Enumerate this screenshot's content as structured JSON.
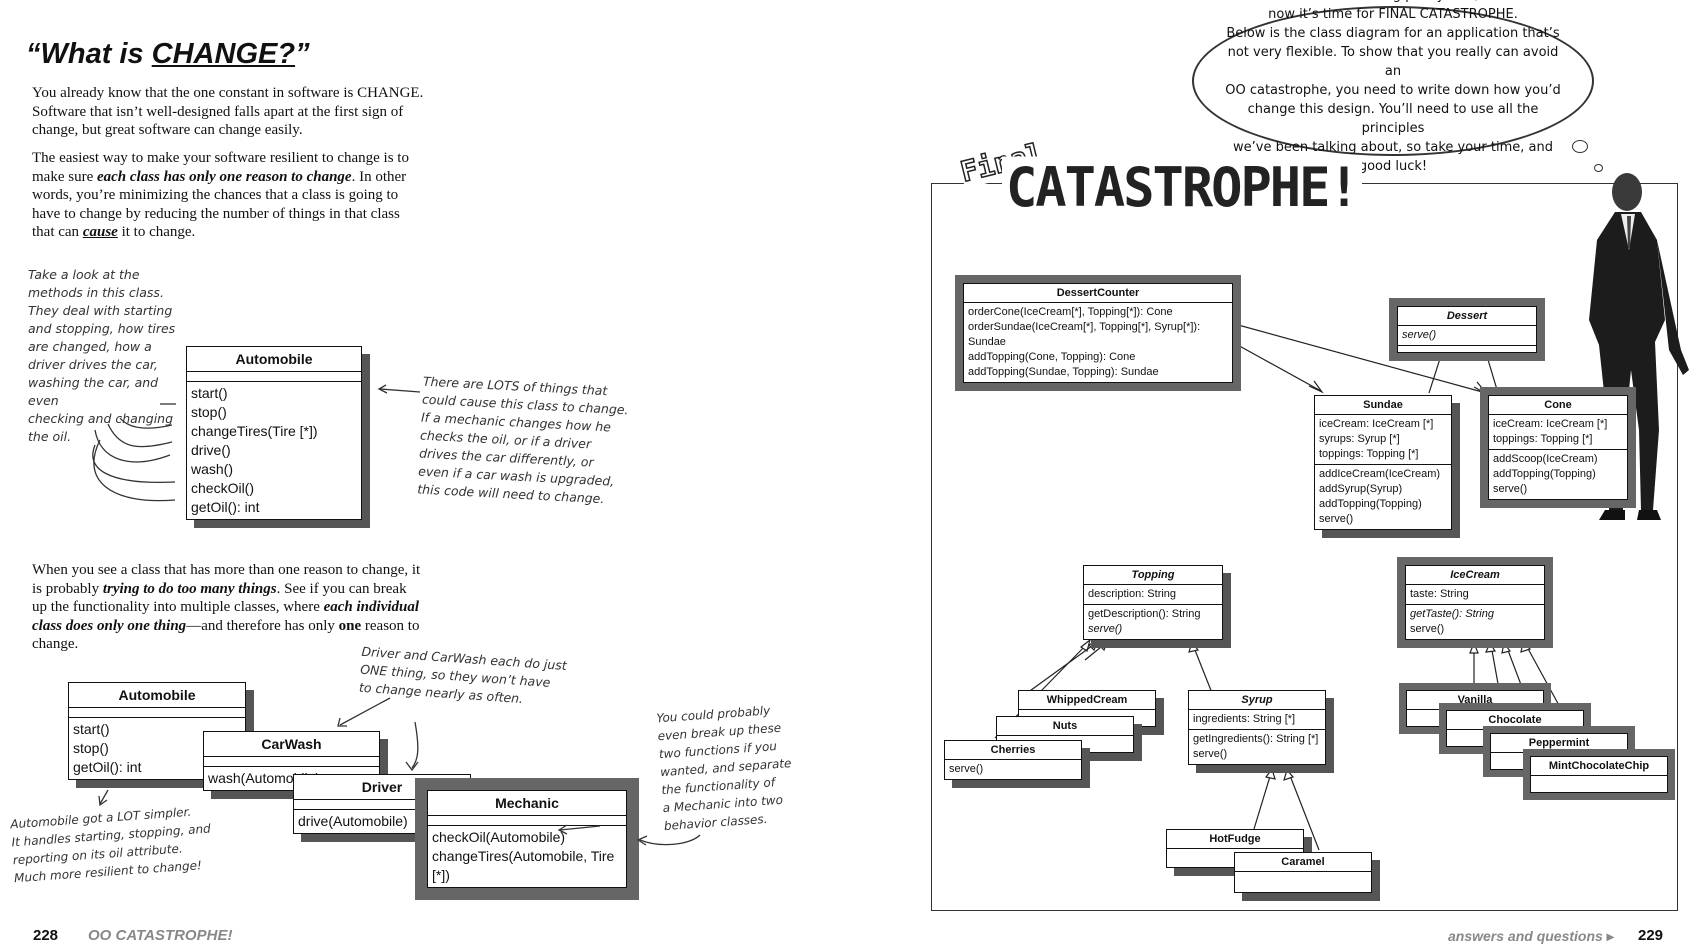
{
  "left_page": {
    "title_prefix": "“What is ",
    "title_word": "CHANGE?",
    "title_suffix": "”",
    "para1": "You already know that the one constant in software is CHANGE. Software that isn’t well-designed falls apart at the first sign of change, but great software can change easily.",
    "para2_a": "The easiest way to make your software resilient to change is to make sure ",
    "para2_b": "each class has only one reason to change",
    "para2_c": ". In other words, you’re minimizing the chances that a class is going to have to change by reducing the number of things in that class that can ",
    "para2_d": "cause",
    "para2_e": " it to change.",
    "note_left": "Take a look at the\nmethods in this class.\nThey deal with starting\nand stopping, how tires\nare changed, how a\ndriver drives the car,\nwashing the car, and even\nchecking and changing\nthe oil.",
    "note_right": "There are LOTS of things that\ncould cause this class to change.\nIf a mechanic changes how he\nchecks the oil, or if a driver\ndrives the car differently, or\neven if a car wash is upgraded,\nthis code will need to change.",
    "automobile_big": {
      "name": "Automobile",
      "methods": [
        "start()",
        "stop()",
        "changeTires(Tire [*])",
        "drive()",
        "wash()",
        "checkOil()",
        "getOil(): int"
      ]
    },
    "para3_a": "When you see a class that has more than one reason to change, it is probably ",
    "para3_b": "trying to do too many things",
    "para3_c": ". See if you can break up the functionality into multiple classes, where ",
    "para3_d": "each individual class does only one thing",
    "para3_e": "—and therefore has only ",
    "para3_f": "one",
    "para3_g": " reason to change.",
    "note_driver": "Driver and CarWash each do just\nONE thing, so they won’t have\nto change nearly as often.",
    "note_mechanic": "You could probably\neven break up these\ntwo functions if you\nwanted, and separate\nthe functionality of\na Mechanic into two\nbehavior classes.",
    "note_auto": "Automobile got a LOT simpler.\nIt handles starting, stopping, and\nreporting on its oil attribute.\nMuch more resilient to change!",
    "automobile_small": {
      "name": "Automobile",
      "methods": [
        "start()",
        "stop()",
        "getOil(): int"
      ]
    },
    "carwash": {
      "name": "CarWash",
      "methods": [
        "wash(Automobile)"
      ]
    },
    "driver": {
      "name": "Driver",
      "methods": [
        "drive(Automobile)"
      ]
    },
    "mechanic": {
      "name": "Mechanic",
      "methods": [
        "checkOil(Automobile)",
        "changeTires(Automobile, Tire [*])"
      ]
    },
    "page_number": "228",
    "section": "OO CATASTROPHE!"
  },
  "right_page": {
    "cloud_text": "You’ve been doing pretty well, but\nnow it’s time for FINAL CATASTROPHE.\nBelow is the class diagram for an application that’s\nnot very flexible. To show that you really can avoid an\nOO catastrophe, you need to write down how you’d\nchange this design. You’ll need to use all the principles\nwe’ve been talking about, so take your time, and\ngood luck!",
    "final_word": "Final",
    "catastrophe_word": "CATASTROPHE!",
    "dessert_counter": {
      "name": "DessertCounter",
      "methods": [
        "orderCone(IceCream[*], Topping[*]): Cone",
        "orderSundae(IceCream[*], Topping[*], Syrup[*]): Sundae",
        "addTopping(Cone, Topping): Cone",
        "addTopping(Sundae, Topping): Sundae"
      ]
    },
    "dessert": {
      "name": "Dessert",
      "methods": [
        "serve()"
      ]
    },
    "sundae": {
      "name": "Sundae",
      "attrs": [
        "iceCream: IceCream [*]",
        "syrups: Syrup [*]",
        "toppings: Topping [*]"
      ],
      "methods": [
        "addIceCream(IceCream)",
        "addSyrup(Syrup)",
        "addTopping(Topping)",
        "serve()"
      ]
    },
    "cone": {
      "name": "Cone",
      "attrs": [
        "iceCream: IceCream [*]",
        "toppings: Topping [*]"
      ],
      "methods": [
        "addScoop(IceCream)",
        "addTopping(Topping)",
        "serve()"
      ]
    },
    "topping": {
      "name": "Topping",
      "attrs": [
        "description: String"
      ],
      "methods": [
        "getDescription(): String",
        "serve()"
      ]
    },
    "icecream": {
      "name": "IceCream",
      "attrs": [
        "taste: String"
      ],
      "methods": [
        "getTaste(): String",
        "serve()"
      ]
    },
    "whippedcream": {
      "name": "WhippedCream"
    },
    "nuts": {
      "name": "Nuts"
    },
    "cherries": {
      "name": "Cherries",
      "methods": [
        "serve()"
      ]
    },
    "syrup": {
      "name": "Syrup",
      "attrs": [
        "ingredients: String [*]"
      ],
      "methods": [
        "getIngredients(): String [*]",
        "serve()"
      ]
    },
    "hotfudge": {
      "name": "HotFudge"
    },
    "caramel": {
      "name": "Caramel"
    },
    "vanilla": {
      "name": "Vanilla"
    },
    "chocolate": {
      "name": "Chocolate"
    },
    "peppermint": {
      "name": "Peppermint"
    },
    "mintchip": {
      "name": "MintChocolateChip"
    },
    "footer_label": "answers and questions",
    "page_number": "229"
  }
}
